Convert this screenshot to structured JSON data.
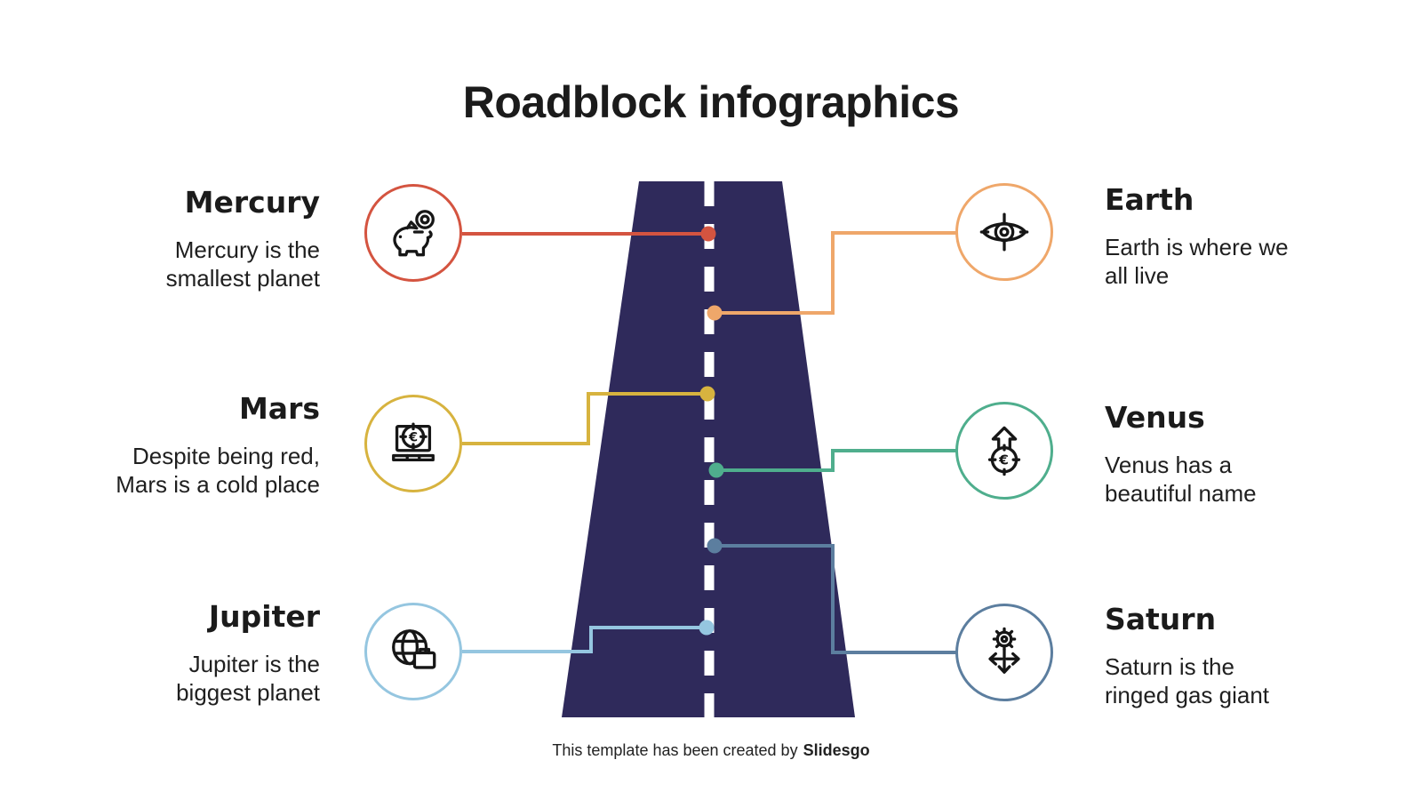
{
  "slide": {
    "title": "Roadblock infographics",
    "footer": {
      "text": "This template has been created by",
      "brand": "Slidesgo"
    }
  },
  "colors": {
    "road": "#2f2a5b",
    "road_center_line": "#ffffff",
    "ink": "#1b1b1b"
  },
  "items": [
    {
      "title": "Mercury",
      "lines": [
        "Mercury is the",
        "smallest planet"
      ],
      "side": "left",
      "accent": "#d45440",
      "icon": "piggy-bank-coin-icon"
    },
    {
      "title": "Earth",
      "lines": [
        "Earth is where we",
        "all live"
      ],
      "side": "right",
      "accent": "#efa76a",
      "icon": "eye-target-icon"
    },
    {
      "title": "Mars",
      "lines": [
        "Despite being red,",
        "Mars is a cold place"
      ],
      "side": "left",
      "accent": "#d7b33f",
      "icon": "laptop-euro-icon"
    },
    {
      "title": "Venus",
      "lines": [
        "Venus has a",
        "beautiful name"
      ],
      "side": "right",
      "accent": "#4fae8d",
      "icon": "euro-up-arrow-icon"
    },
    {
      "title": "Jupiter",
      "lines": [
        "Jupiter is the",
        "biggest planet"
      ],
      "side": "left",
      "accent": "#95c6e0",
      "icon": "globe-briefcase-icon"
    },
    {
      "title": "Saturn",
      "lines": [
        "Saturn is the",
        "ringed gas giant"
      ],
      "side": "right",
      "accent": "#5c7e9f",
      "icon": "gear-arrows-icon"
    }
  ]
}
